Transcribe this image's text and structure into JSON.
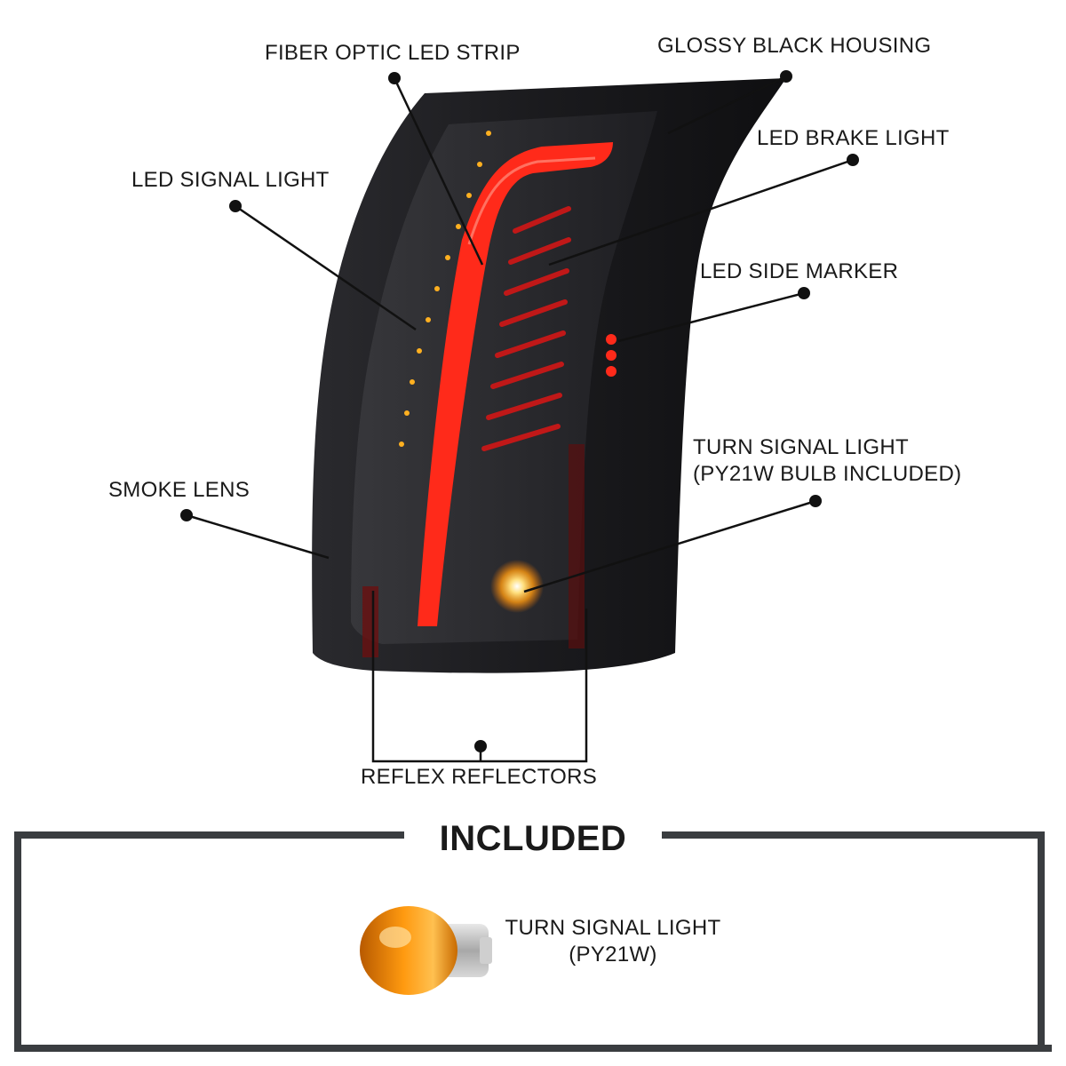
{
  "callouts": {
    "fiber_optic": "FIBER OPTIC LED STRIP",
    "glossy_housing": "GLOSSY BLACK HOUSING",
    "led_brake": "LED BRAKE LIGHT",
    "led_signal": "LED SIGNAL LIGHT",
    "led_side_marker": "LED SIDE MARKER",
    "turn_signal_line1": "TURN SIGNAL LIGHT",
    "turn_signal_line2": "(PY21W BULB INCLUDED)",
    "smoke_lens": "SMOKE LENS",
    "reflex_reflectors": "REFLEX REFLECTORS"
  },
  "included": {
    "title": "INCLUDED",
    "bulb_label_line1": "TURN SIGNAL LIGHT",
    "bulb_label_line2": "(PY21W)"
  },
  "colors": {
    "housing": "#1b1b1e",
    "fiber_red": "#ff2a1a",
    "amber": "#ffb020",
    "frame": "#3a3d40"
  },
  "icons": {
    "product": "tail-light-image",
    "bulb": "amber-bulb-icon"
  }
}
